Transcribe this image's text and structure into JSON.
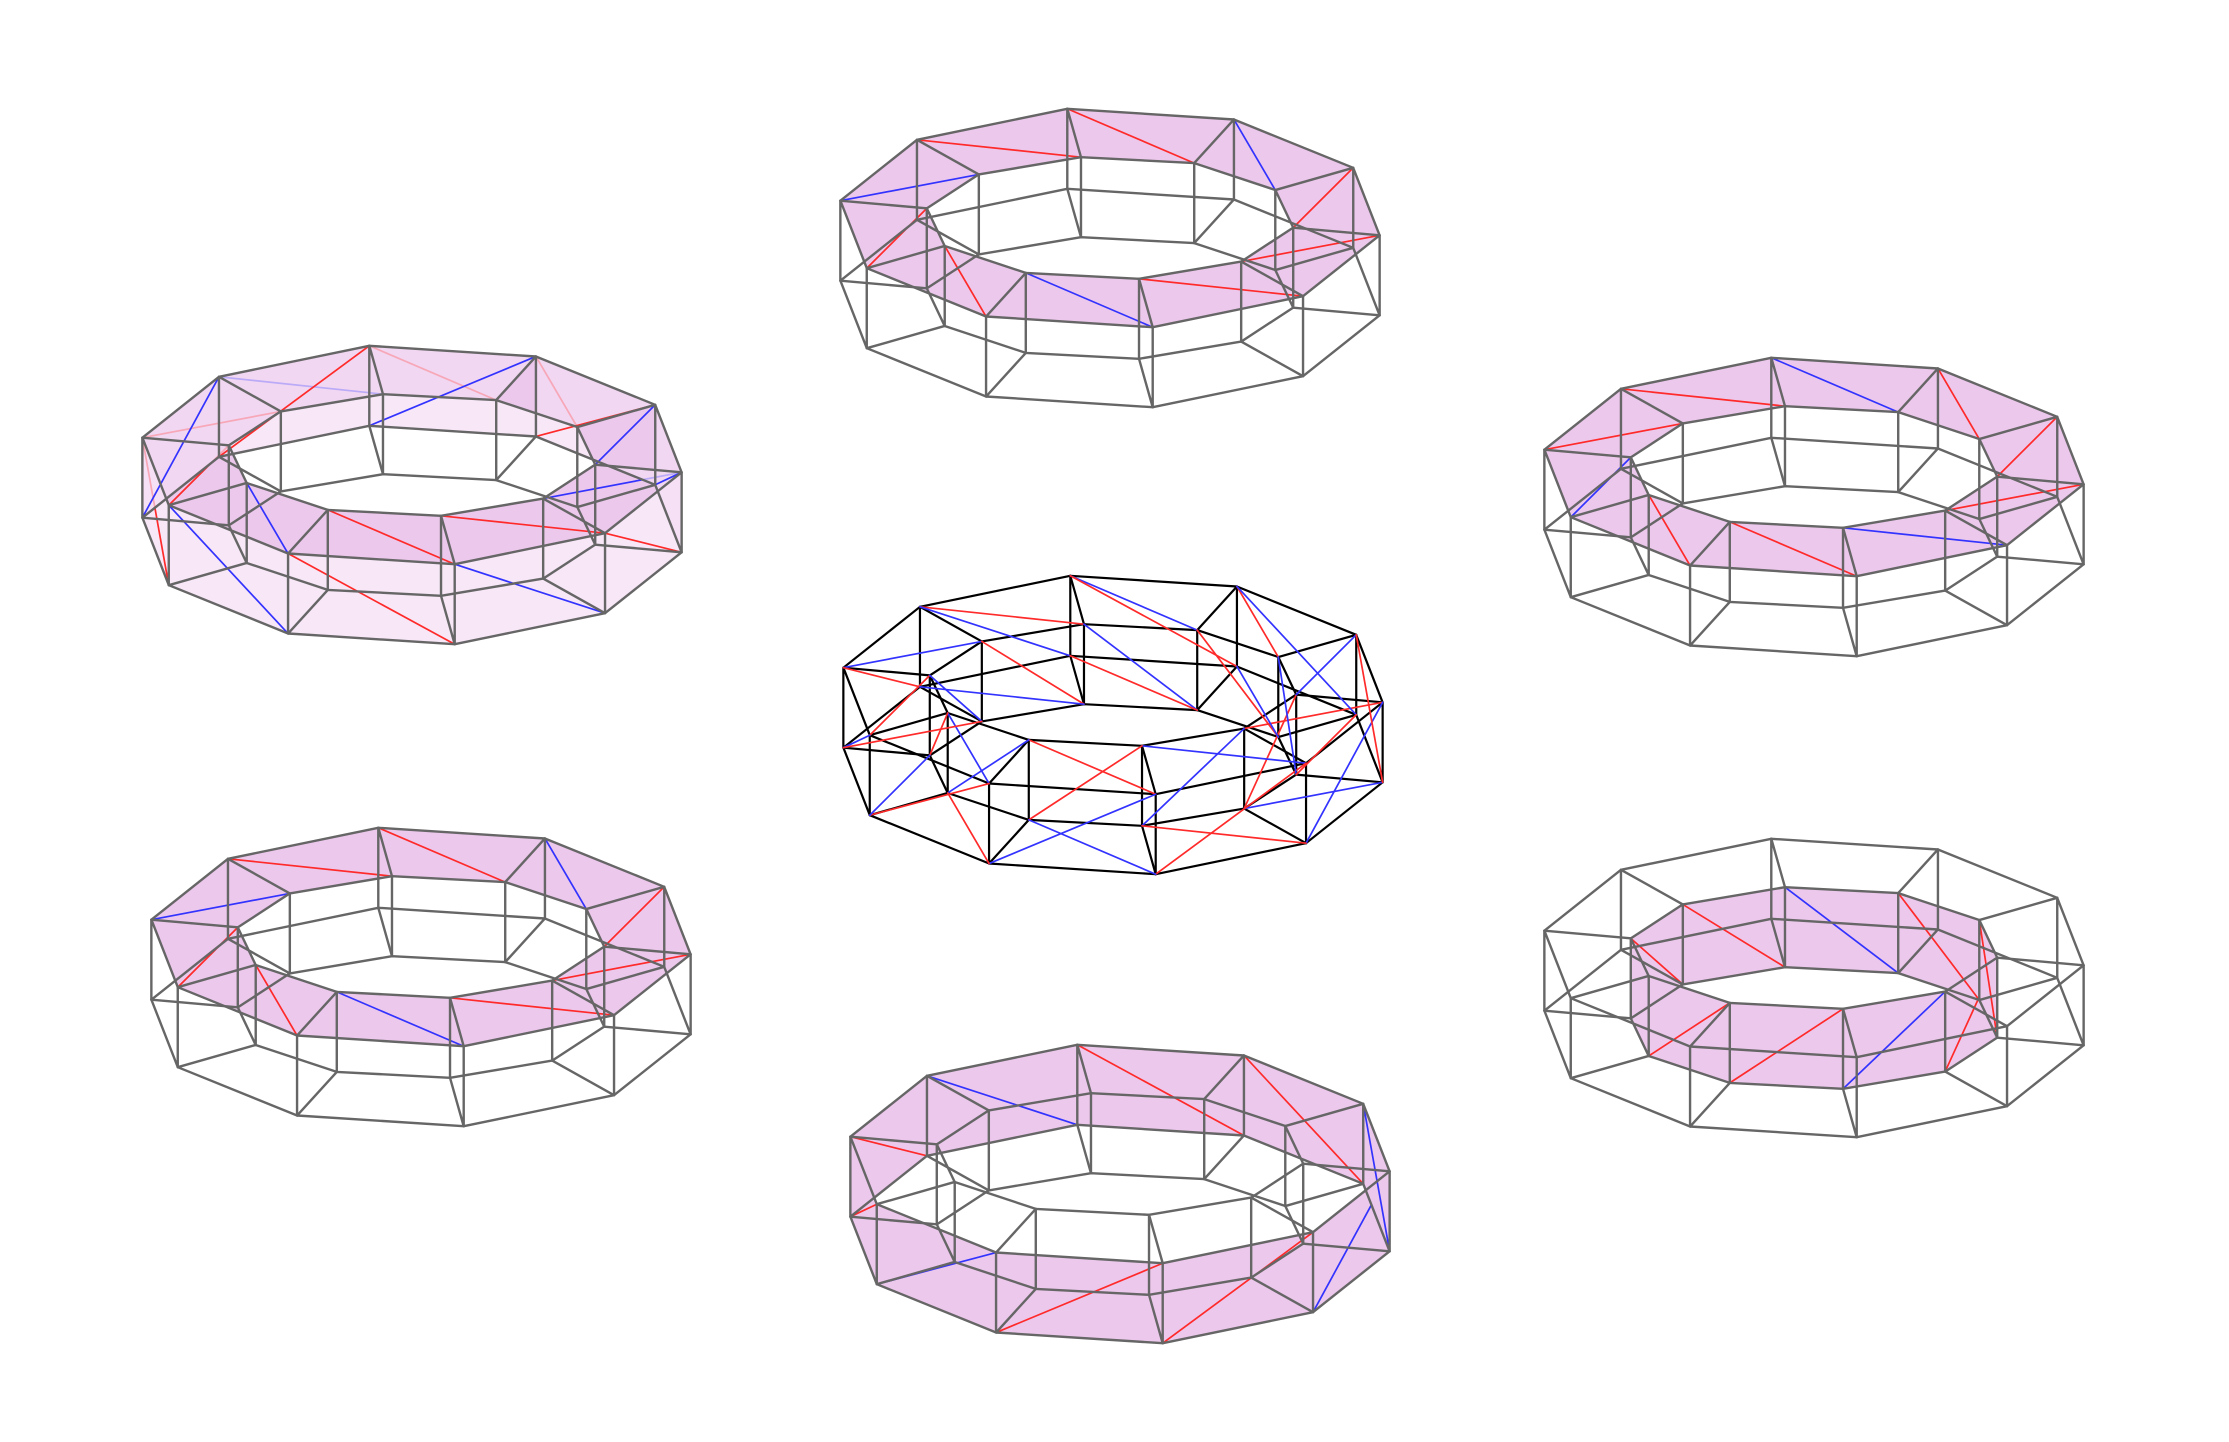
{
  "figure": {
    "kind": "decagonal prism tori with triangulated bands",
    "panels": [
      {
        "name": "panel-top-left",
        "band": "top-outer-translucent"
      },
      {
        "name": "panel-top-center",
        "band": "top"
      },
      {
        "name": "panel-right-upper",
        "band": "top"
      },
      {
        "name": "panel-center",
        "band": "all-diagonals"
      },
      {
        "name": "panel-left-lower",
        "band": "top"
      },
      {
        "name": "panel-right-lower",
        "band": "inner"
      },
      {
        "name": "panel-bottom-center",
        "band": "outer"
      }
    ]
  },
  "colors": {
    "background": "#ffffff",
    "frame": "#666666",
    "frame_dark": "#000000",
    "band_fill": "#ecc8ec",
    "band_fill_light": "#f4ddf4",
    "band_edge": "#8a7a50",
    "red_diagonal": "#ff2a2a",
    "blue_diagonal": "#3333ff"
  }
}
